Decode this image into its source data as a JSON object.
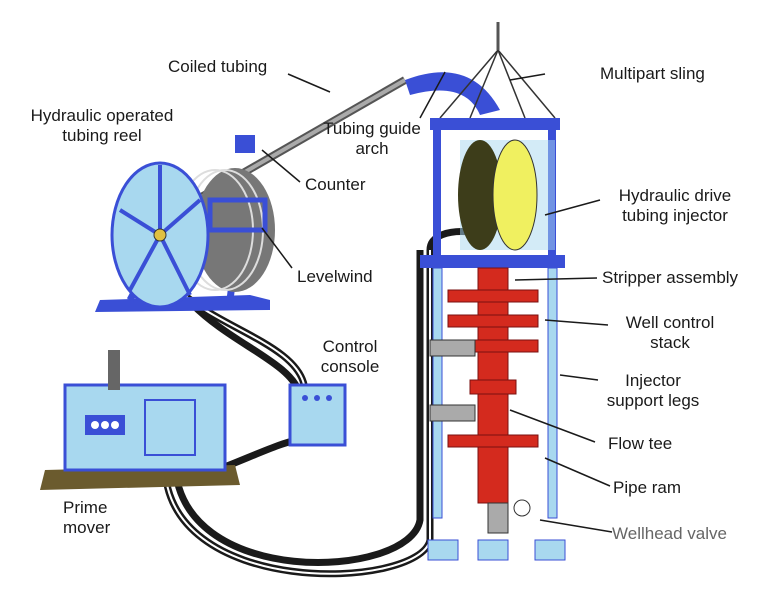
{
  "labels": {
    "coiled_tubing": "Coiled tubing",
    "reel_line1": "Hydraulic operated",
    "reel_line2": "tubing reel",
    "guide_arch_line1": "Tubing guide",
    "guide_arch_line2": "arch",
    "multipart_sling": "Multipart sling",
    "counter": "Counter",
    "injector_line1": "Hydraulic drive",
    "injector_line2": "tubing injector",
    "levelwind": "Levelwind",
    "stripper": "Stripper assembly",
    "console_line1": "Control",
    "console_line2": "console",
    "well_control_line1": "Well control",
    "well_control_line2": "stack",
    "legs_line1": "Injector",
    "legs_line2": "support legs",
    "prime_mover_line1": "Prime",
    "prime_mover_line2": "mover",
    "flow_tee": "Flow tee",
    "pipe_ram": "Pipe ram",
    "wellhead_valve": "Wellhead valve"
  },
  "colors": {
    "frame_blue": "#3a4fd6",
    "light_blue": "#a8d8ef",
    "stack_red": "#d42a1e",
    "injector_yellow": "#f0f060",
    "hose_black": "#1a1a1a"
  }
}
